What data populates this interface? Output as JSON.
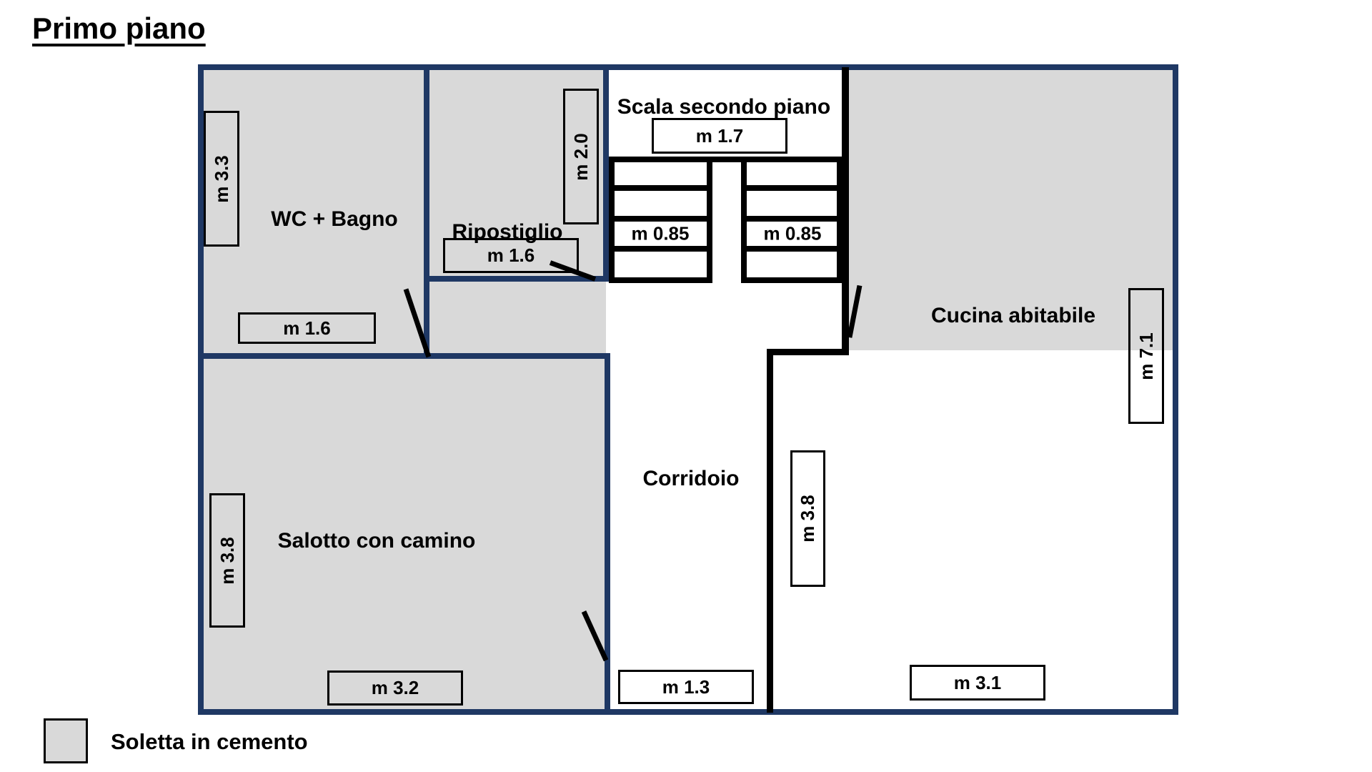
{
  "title": "Primo piano",
  "colors": {
    "wall_navy": "#1f3864",
    "slab_gray": "#d9d9d9",
    "line_black": "#000000"
  },
  "rooms": {
    "wc_bagno": {
      "name": "WC + Bagno",
      "width": "m 1.6",
      "depth": "m 3.3"
    },
    "ripostiglio": {
      "name": "Ripostiglio",
      "width": "m 1.6",
      "depth": "m 2.0"
    },
    "scala": {
      "name": "Scala secondo piano",
      "width": "m 1.7",
      "flight_left": "m 0.85",
      "flight_right": "m 0.85"
    },
    "cucina": {
      "name": "Cucina abitabile",
      "depth": "m 7.1"
    },
    "salotto": {
      "name": "Salotto con camino",
      "width": "m 3.2",
      "depth": "m 3.8"
    },
    "corridoio": {
      "name": "Corridoio",
      "width": "m 1.3",
      "depth": "m 3.8"
    },
    "stanza_sud_est": {
      "width": "m 3.1"
    }
  },
  "legend": {
    "label": "Soletta in cemento"
  }
}
